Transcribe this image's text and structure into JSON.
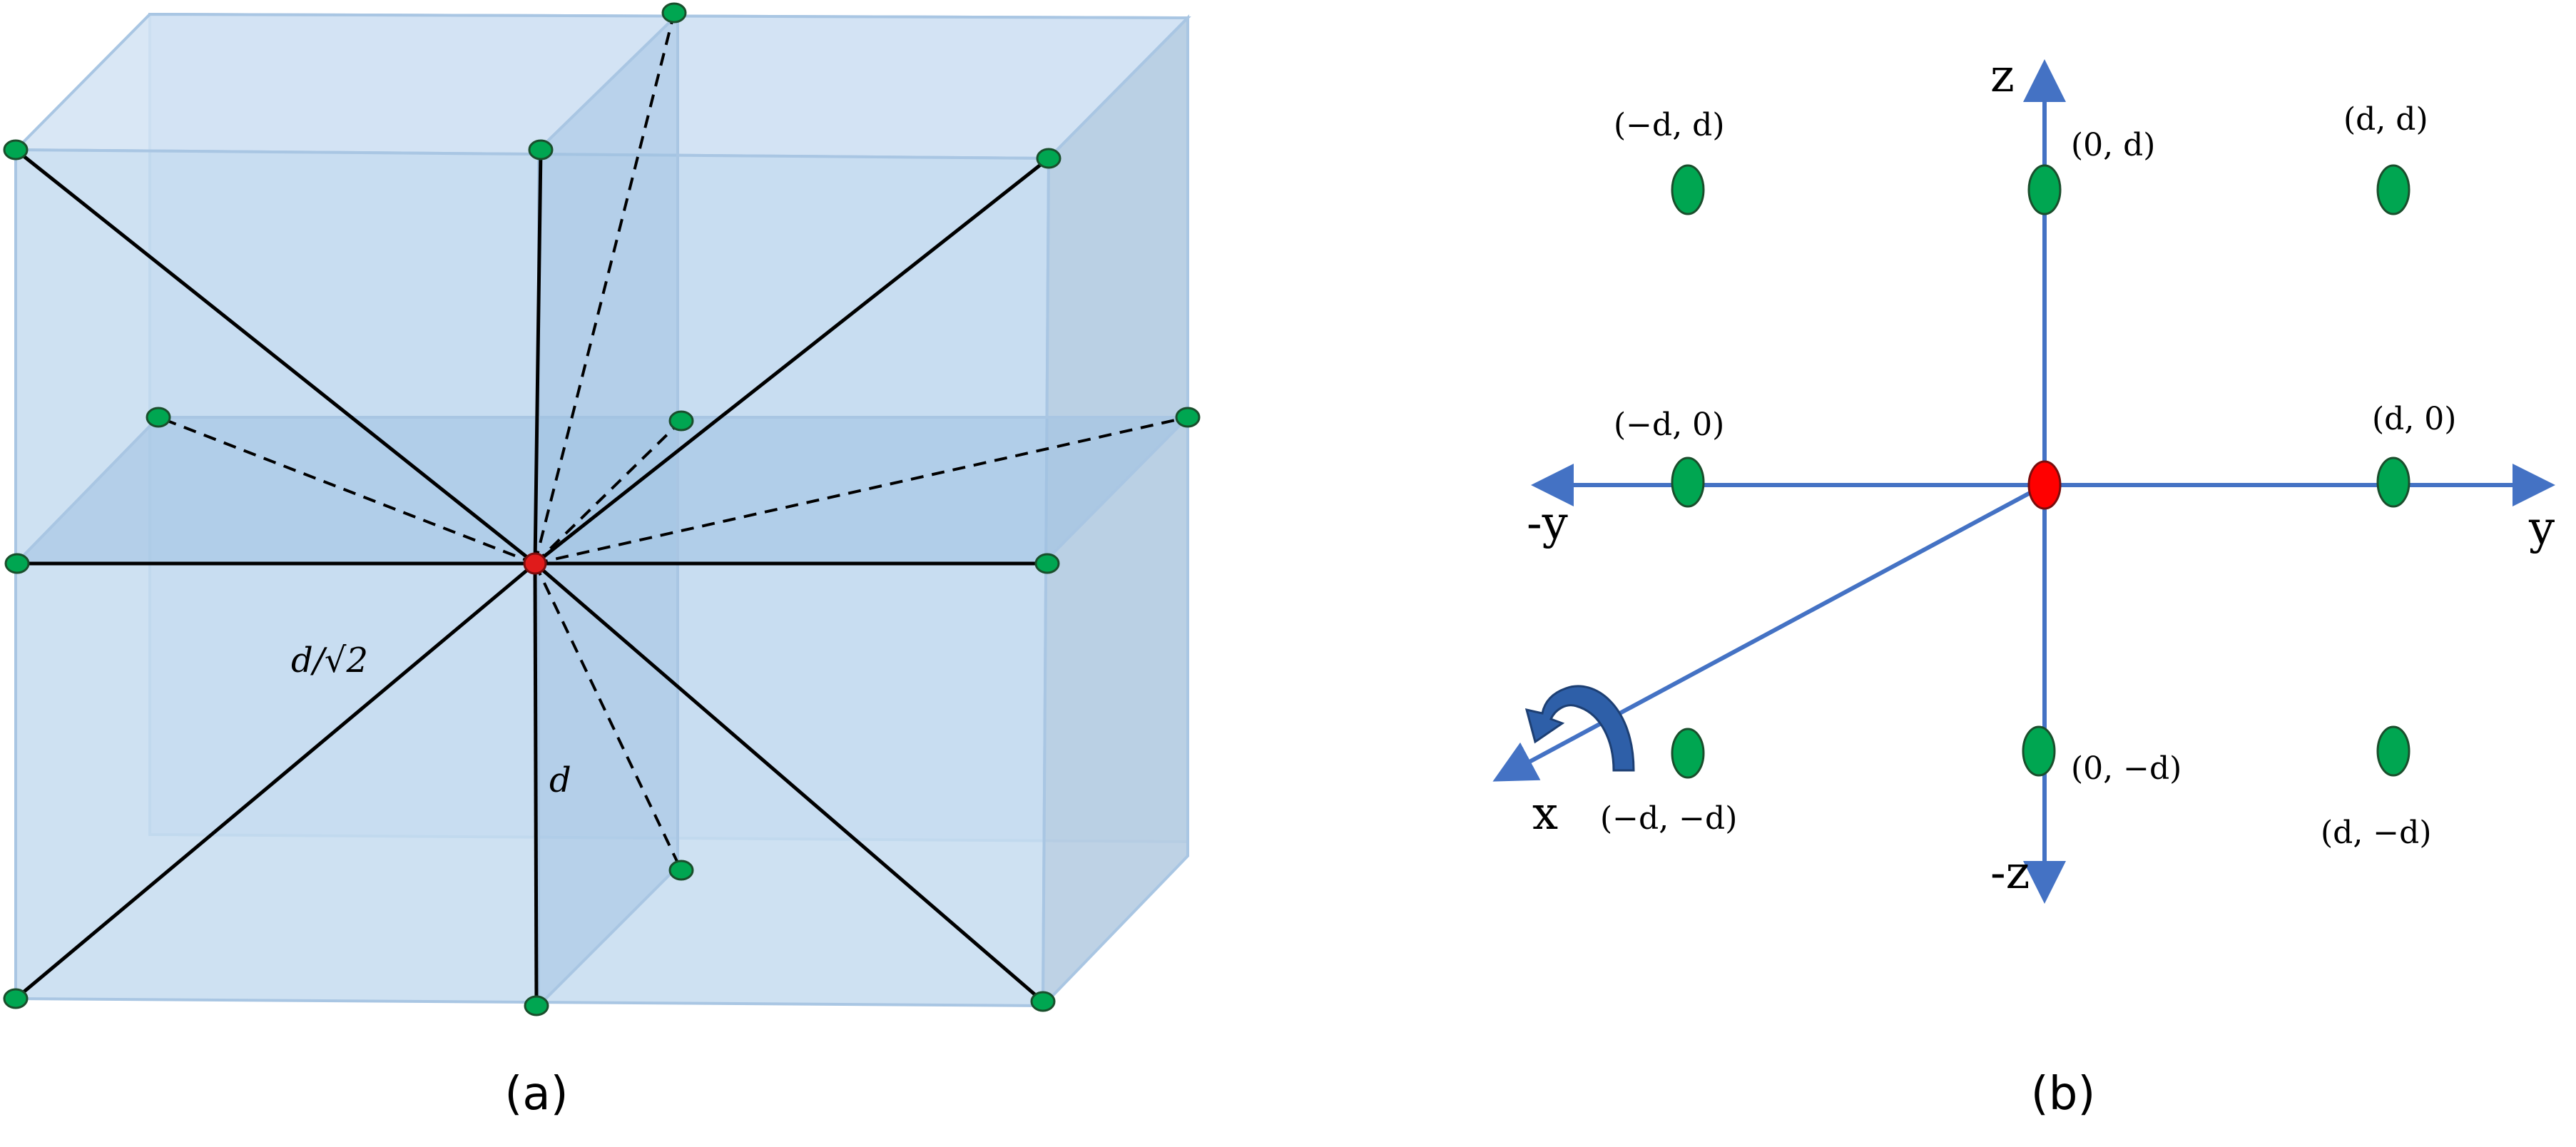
{
  "panel_a": {
    "caption": "(a)",
    "label_diag": "d/√2",
    "label_vert": "d",
    "colors": {
      "cube_fill": "#c5dcf0",
      "cube_face_dark": "#9fc1e2",
      "cube_edge": "#a9c6e3",
      "line": "#000000",
      "node_green": "#00a651",
      "node_red": "#e01b1b"
    }
  },
  "panel_b": {
    "caption": "(b)",
    "axes": {
      "z": "z",
      "neg_z": "-z",
      "y": "y",
      "neg_y": "-y",
      "x": "x"
    },
    "points": [
      {
        "id": "p-md-d",
        "label": "(−d, d)"
      },
      {
        "id": "p-0-d",
        "label": "(0, d)"
      },
      {
        "id": "p-d-d",
        "label": "(d, d)"
      },
      {
        "id": "p-md-0",
        "label": "(−d, 0)"
      },
      {
        "id": "p-d-0",
        "label": "(d, 0)"
      },
      {
        "id": "p-md-md",
        "label": "(−d, −d)"
      },
      {
        "id": "p-0-md",
        "label": "(0, −d)"
      },
      {
        "id": "p-d-md",
        "label": "(d, −d)"
      }
    ],
    "colors": {
      "axis": "#4472c4",
      "node_green": "#00a651",
      "node_red": "#ff0000",
      "rotation_arrow": "#2e5fa8"
    }
  }
}
